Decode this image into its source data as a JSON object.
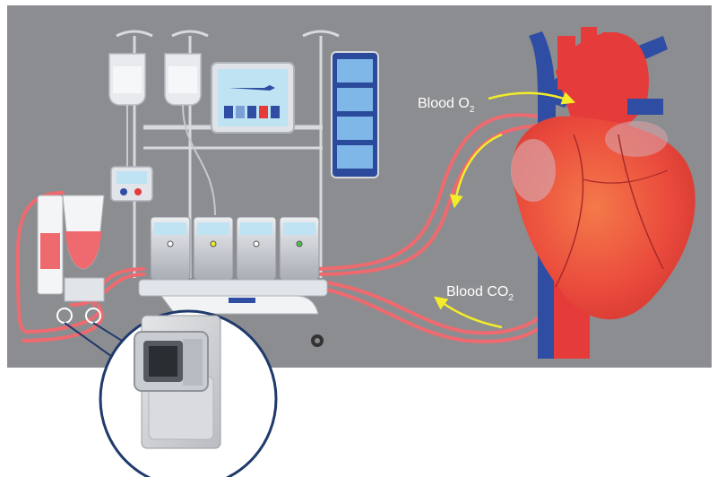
{
  "labels": {
    "blood_o2": {
      "text": "Blood O",
      "sub": "2"
    },
    "blood_co2": {
      "text": "Blood CO",
      "sub": "2"
    }
  },
  "colors": {
    "background": "#8c8d90",
    "tubing": "#ef6a6f",
    "arrow": "#f2ec2a",
    "heart": "#ee4a3e",
    "vessel_blue": "#2f4ea3",
    "vessel_red": "#e63b3b",
    "callout_ring": "#1f3a6b"
  },
  "icons": [
    "iv-bag-icon",
    "monitor-icon",
    "pump-icon",
    "reservoir-icon",
    "heart-icon",
    "sensor-chip-icon"
  ]
}
